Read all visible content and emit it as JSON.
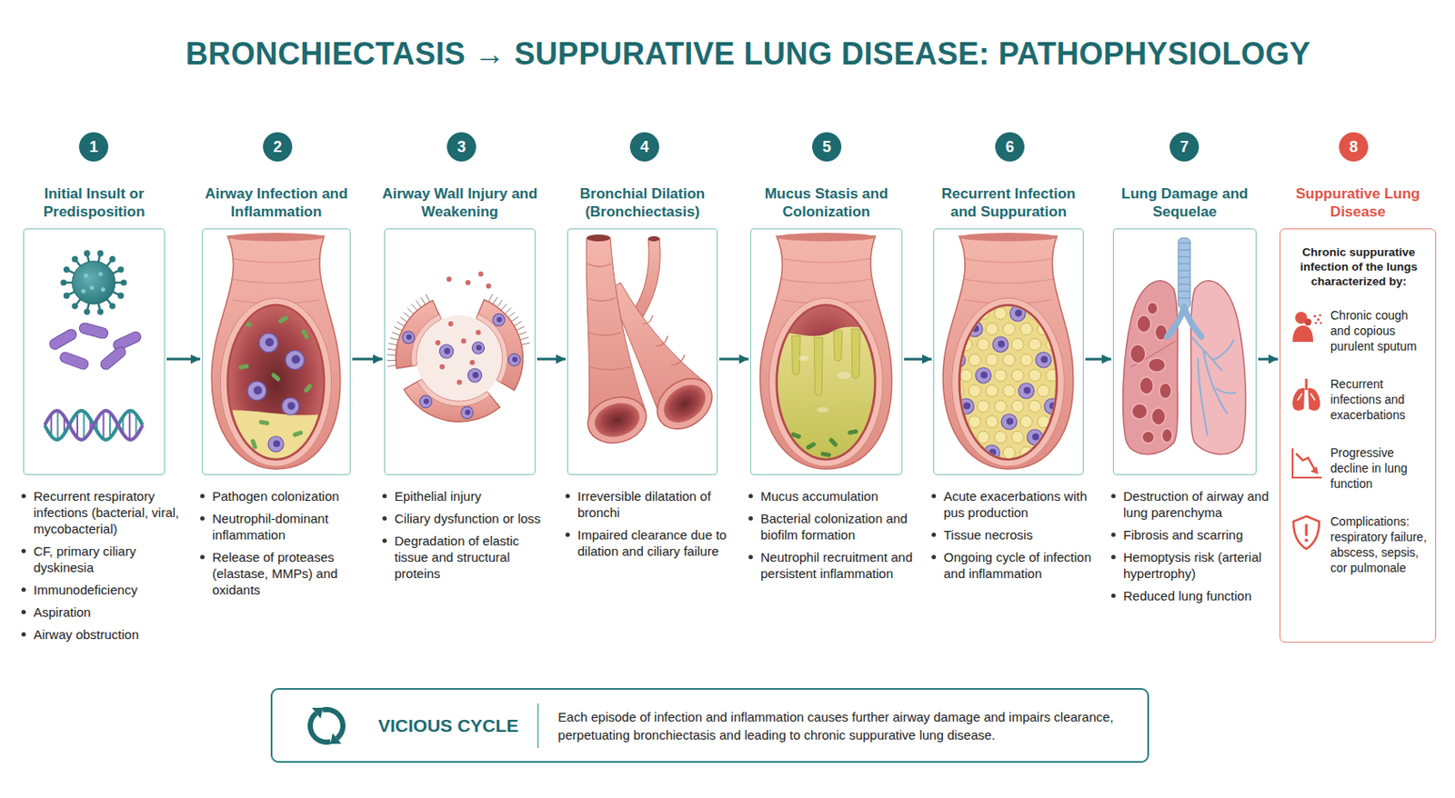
{
  "diagram": {
    "title": "BRONCHIECTASIS → SUPPURATIVE LUNG DISEASE: PATHOPHYSIOLOGY",
    "nodes": [
      {
        "text": [
          "1"
        ]
      },
      {
        "text": [
          "Initial Insult or Predisposition",
          "Recurrent respiratory infections (bacterial, viral, mycobacterial)",
          "CF, primary ciliary dyskinesia",
          "Immunodeficiency",
          "Aspiration",
          "Airway obstruction"
        ]
      },
      {
        "text": [
          "2"
        ]
      },
      {
        "text": [
          "Airway Infection and Inflammation",
          "Pathogen colonization",
          "Neutrophil-dominant inflammation",
          "Release of proteases (elastase, MMPs) and oxidants"
        ]
      },
      {
        "text": [
          "3"
        ]
      },
      {
        "text": [
          "Airway Wall Injury and Weakening",
          "Epithelial injury",
          "Ciliary dysfunction or loss",
          "Degradation of elastic tissue and structural proteins"
        ]
      },
      {
        "text": [
          "4"
        ]
      },
      {
        "text": [
          "Bronchial Dilation (Bronchiectasis)",
          "Irreversible dilatation of bronchi",
          "Impaired clearance due to dilation and ciliary failure"
        ]
      },
      {
        "text": [
          "5"
        ]
      },
      {
        "text": [
          "Mucus Stasis and Colonization",
          "Mucus accumulation",
          "Bacterial colonization and biofilm formation",
          "Neutrophil recruitment and persistent inflammation"
        ]
      },
      {
        "text": [
          "6"
        ]
      },
      {
        "text": [
          "Recurrent Infection and Suppuration",
          "Acute exacerbations with pus production",
          "Tissue necrosis",
          "Ongoing cycle of infection and inflammation"
        ]
      },
      {
        "text": [
          "7"
        ]
      },
      {
        "text": [
          "Lung Damage and Sequelae",
          "Destruction of airway and lung parenchyma",
          "Fibrosis and scarring",
          "Hemoptysis risk (arterial hypertrophy)",
          "Reduced lung function"
        ]
      },
      {
        "text": [
          "8"
        ]
      },
      {
        "text": [
          "Suppurative Lung Disease",
          "Chronic suppurative infection of the lungs characterized by:",
          "Chronic cough and copious purulent sputum",
          "Recurrent infections and exacerbations",
          "Progressive decline in lung function",
          "Complications: respiratory failure, abscess, sepsis, cor pulmonale"
        ]
      },
      {
        "text": [
          "VICIOUS CYCLE",
          "Each episode of infection and inflammation causes further airway damage and impairs clearance, perpetuating bronchiectasis and leading to chronic suppurative lung disease."
        ]
      }
    ],
    "edges": [
      {
        "from": 1,
        "to": 3,
        "arrow": "to"
      },
      {
        "from": 3,
        "to": 5,
        "arrow": "to"
      },
      {
        "from": 5,
        "to": 7,
        "arrow": "to"
      },
      {
        "from": 7,
        "to": 9,
        "arrow": "to"
      },
      {
        "from": 9,
        "to": 11,
        "arrow": "to"
      },
      {
        "from": 11,
        "to": 13,
        "arrow": "to"
      },
      {
        "from": 13,
        "to": 15,
        "arrow": "to"
      }
    ]
  }
}
